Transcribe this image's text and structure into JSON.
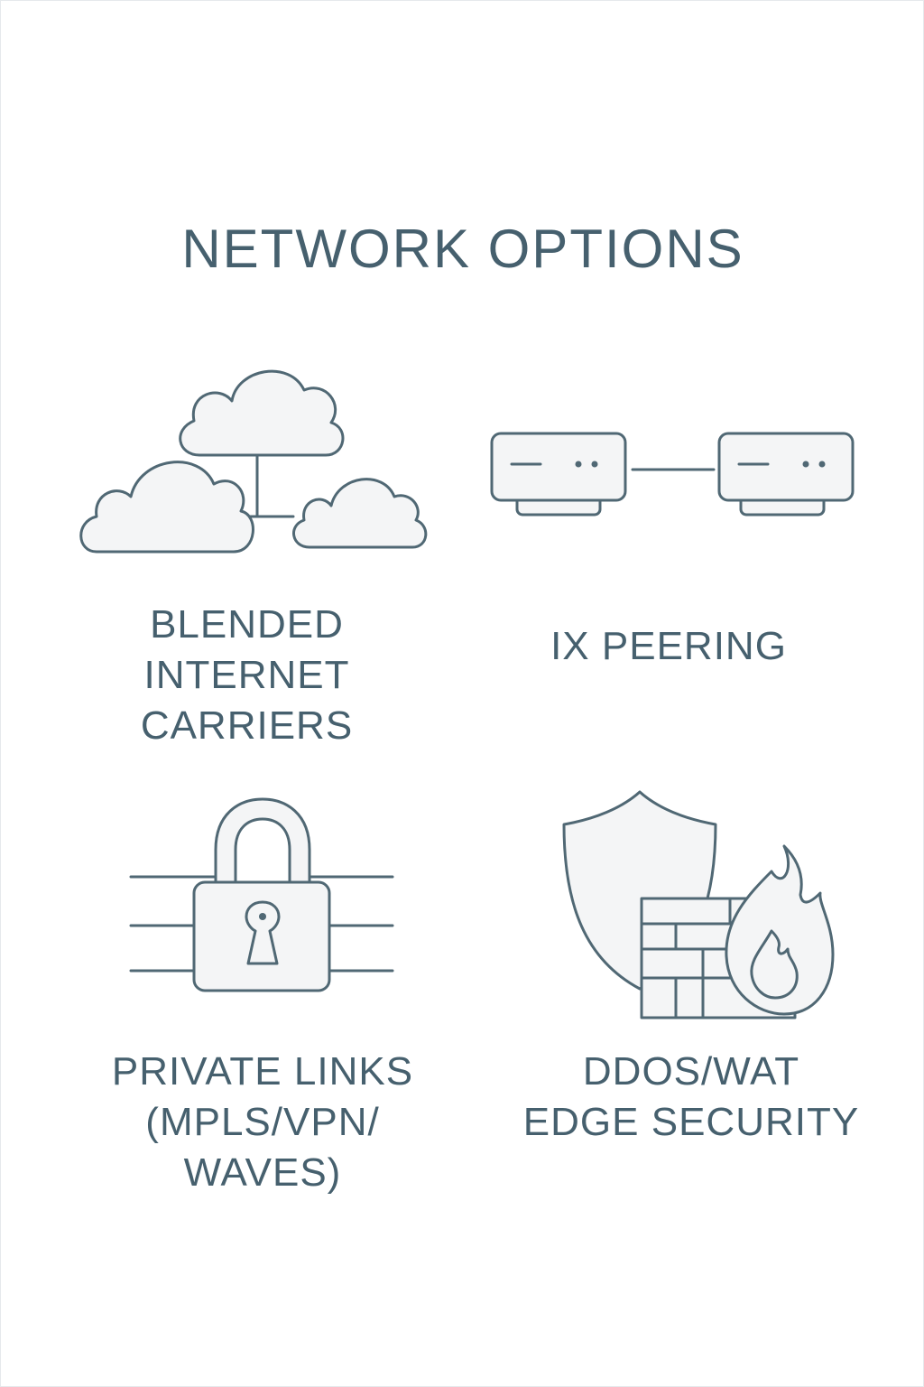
{
  "title": "NETWORK OPTIONS",
  "items": [
    {
      "icon": "cloud-network-icon",
      "label": "BLENDED\nINTERNET\nCARRIERS"
    },
    {
      "icon": "peered-routers-icon",
      "label": "IX PEERING"
    },
    {
      "icon": "padlock-links-icon",
      "label": "PRIVATE LINKS\n(MPLS/VPN/\nWAVES)"
    },
    {
      "icon": "shield-firewall-icon",
      "label": "DDOS/WAT\nEDGE SECURITY"
    }
  ],
  "colors": {
    "ink": "#46606e",
    "stroke": "#506874",
    "fill": "#f4f5f6"
  }
}
